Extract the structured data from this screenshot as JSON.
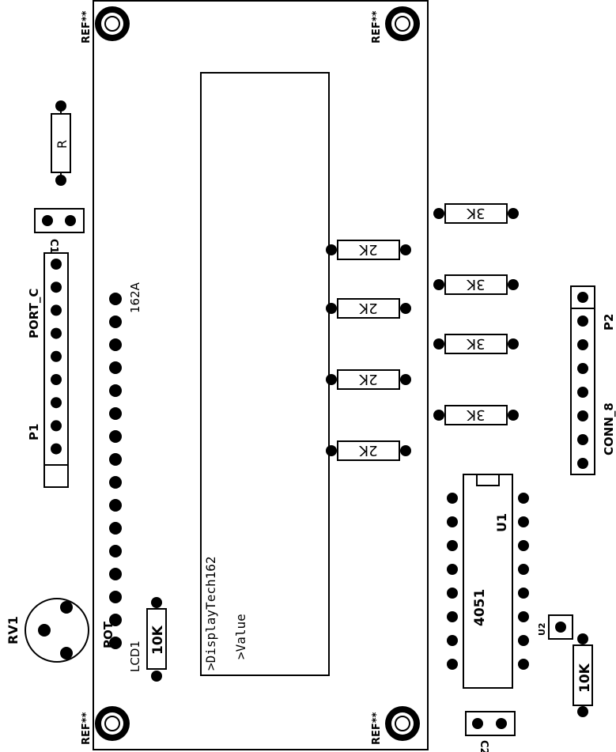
{
  "labels": {
    "ref_tl": "REF**",
    "ref_tr": "REF**",
    "ref_bl": "REF**",
    "ref_br": "REF**",
    "r_top": "R",
    "c1": "C1",
    "port_c": "PORT_C",
    "p1": "P1",
    "lcd_type": "162A",
    "lcd_ref": "LCD1",
    "pot": "POT",
    "rv1": "RV1",
    "trim_10k": "10K",
    "lcd_line1": ">DisplayTech162",
    "lcd_line2": ">Value",
    "p2": "P2",
    "conn_8": "CONN_8",
    "u1": "U1",
    "u1_part": "4051",
    "u2": "U2",
    "r_10k": "10K",
    "c2": "C2"
  },
  "resistors_2k": [
    "2K",
    "2K",
    "2K",
    "2K"
  ],
  "resistors_3k": [
    "3K",
    "3K",
    "3K",
    "3K"
  ],
  "colors": {
    "ink": "#000000",
    "board": "#ffffff"
  }
}
